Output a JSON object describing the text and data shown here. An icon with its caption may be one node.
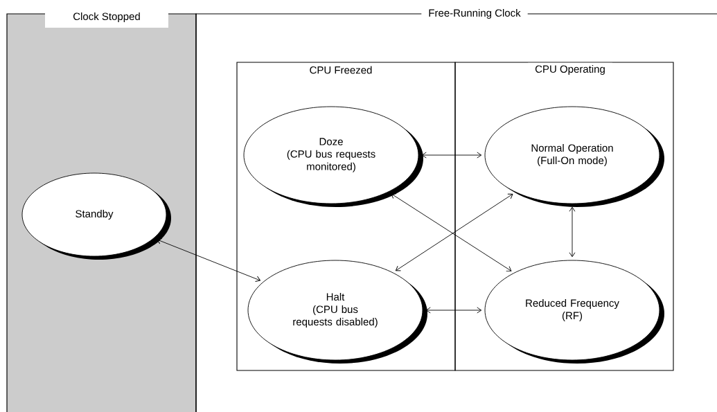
{
  "diagram": {
    "nodes": [
      {
        "text": [
          "Clock Stopped"
        ]
      },
      {
        "text": [
          "Free-Running Clock"
        ]
      },
      {
        "text": [
          "CPU Freezed"
        ],
        "in": 1
      },
      {
        "text": [
          "CPU Operating"
        ],
        "in": 1
      },
      {
        "text": [
          "Standby"
        ],
        "in": 0
      },
      {
        "text": [
          "Doze",
          "(CPU bus requests monitored)"
        ],
        "in": 2
      },
      {
        "text": [
          "Normal Operation",
          "(Full-On mode)"
        ],
        "in": 3
      },
      {
        "text": [
          "Halt",
          "(CPU bus requests disabled)"
        ],
        "in": 2
      },
      {
        "text": [
          "Reduced Frequency",
          "(RF)"
        ],
        "in": 3
      }
    ],
    "edges": [
      {
        "from": 4,
        "to": 7,
        "arrow": "both"
      },
      {
        "from": 5,
        "to": 6,
        "arrow": "both"
      },
      {
        "from": 5,
        "to": 8,
        "arrow": "both"
      },
      {
        "from": 7,
        "to": 6,
        "arrow": "both"
      },
      {
        "from": 6,
        "to": 8,
        "arrow": "both"
      },
      {
        "from": 7,
        "to": 8,
        "arrow": "both"
      }
    ]
  }
}
